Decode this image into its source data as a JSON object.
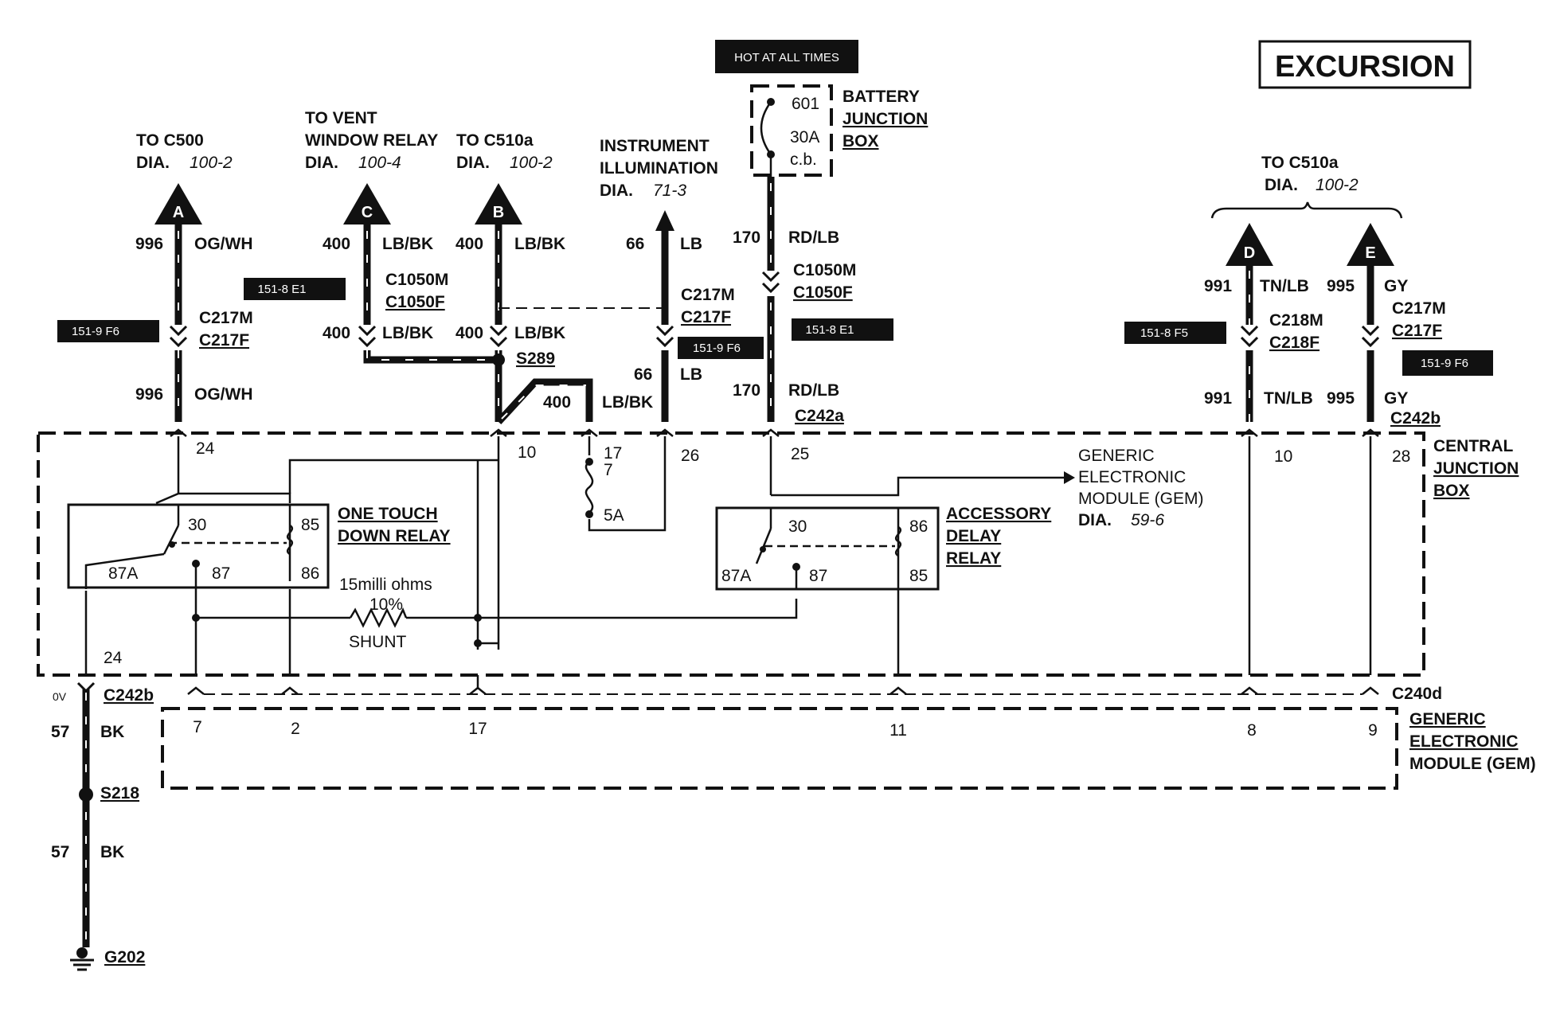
{
  "title": "EXCURSION",
  "hot_at_all_times": "HOT AT ALL TIMES",
  "battery_junction_box": {
    "line1": "BATTERY",
    "line2": "JUNCTION",
    "line3": "BOX",
    "fuse_number": "601",
    "fuse_rating": "30A",
    "fuse_type": "c.b."
  },
  "central_junction_box": {
    "line1": "CENTRAL",
    "line2": "JUNCTION",
    "line3": "BOX"
  },
  "gem_box": {
    "line1": "GENERIC",
    "line2": "ELECTRONIC",
    "line3": "MODULE (GEM)"
  },
  "gem_reference": {
    "line1": "GENERIC",
    "line2": "ELECTRONIC",
    "line3": "MODULE (GEM)",
    "dia": "DIA.",
    "page": "59-6"
  },
  "destinations": {
    "a": {
      "line1": "TO C500",
      "dia": "DIA.",
      "page": "100-2",
      "letter": "A"
    },
    "c": {
      "line1": "TO VENT",
      "line2": "WINDOW RELAY",
      "dia": "DIA.",
      "page": "100-4",
      "letter": "C"
    },
    "b": {
      "line1": "TO C510a",
      "dia": "DIA.",
      "page": "100-2",
      "letter": "B"
    },
    "instrument": {
      "line1": "INSTRUMENT",
      "line2": "ILLUMINATION",
      "dia": "DIA.",
      "page": "71-3"
    },
    "de": {
      "line1": "TO C510a",
      "dia": "DIA.",
      "page": "100-2",
      "letter_d": "D",
      "letter_e": "E"
    }
  },
  "wires": {
    "w996": "996",
    "og_wh": "OG/WH",
    "w400": "400",
    "lb_bk": "LB/BK",
    "w66": "66",
    "lb": "LB",
    "w170": "170",
    "rd_lb": "RD/LB",
    "w991": "991",
    "tn_lb": "TN/LB",
    "w995": "995",
    "gy": "GY",
    "w57": "57",
    "bk": "BK"
  },
  "connectors": {
    "c217m": "C217M",
    "c217f": "C217F",
    "c1050m": "C1050M",
    "c1050f": "C1050F",
    "c218m": "C218M",
    "c218f": "C218F",
    "c242a": "C242a",
    "c242b": "C242b",
    "c240d": "C240d",
    "s289": "S289",
    "s218": "S218",
    "g202": "G202"
  },
  "ref_tags": {
    "r1": "151-9 F6",
    "r2": "151-8 E1",
    "r3": "151-9 F6",
    "r4": "151-8 E1",
    "r5": "151-8 F5",
    "r6": "151-9 F6"
  },
  "one_touch_relay": {
    "line1": "ONE TOUCH",
    "line2": "DOWN RELAY",
    "p30": "30",
    "p85": "85",
    "p87a": "87A",
    "p87": "87",
    "p86": "86"
  },
  "accessory_relay": {
    "line1": "ACCESSORY",
    "line2": "DELAY",
    "line3": "RELAY",
    "p30": "30",
    "p86": "86",
    "p87a": "87A",
    "p87": "87",
    "p85": "85"
  },
  "shunt": {
    "line1": "15milli ohms",
    "line2": "10%",
    "label": "SHUNT"
  },
  "fuse": {
    "pin17": "17",
    "number": "7",
    "rating": "5A"
  },
  "pins": {
    "p24": "24",
    "p10": "10",
    "p17": "17",
    "p26": "26",
    "p25": "25",
    "p10r": "10",
    "p28": "28",
    "p24b": "24",
    "g7": "7",
    "g2": "2",
    "g17": "17",
    "g11": "11",
    "g8": "8",
    "g9": "9"
  },
  "ov": "0V"
}
